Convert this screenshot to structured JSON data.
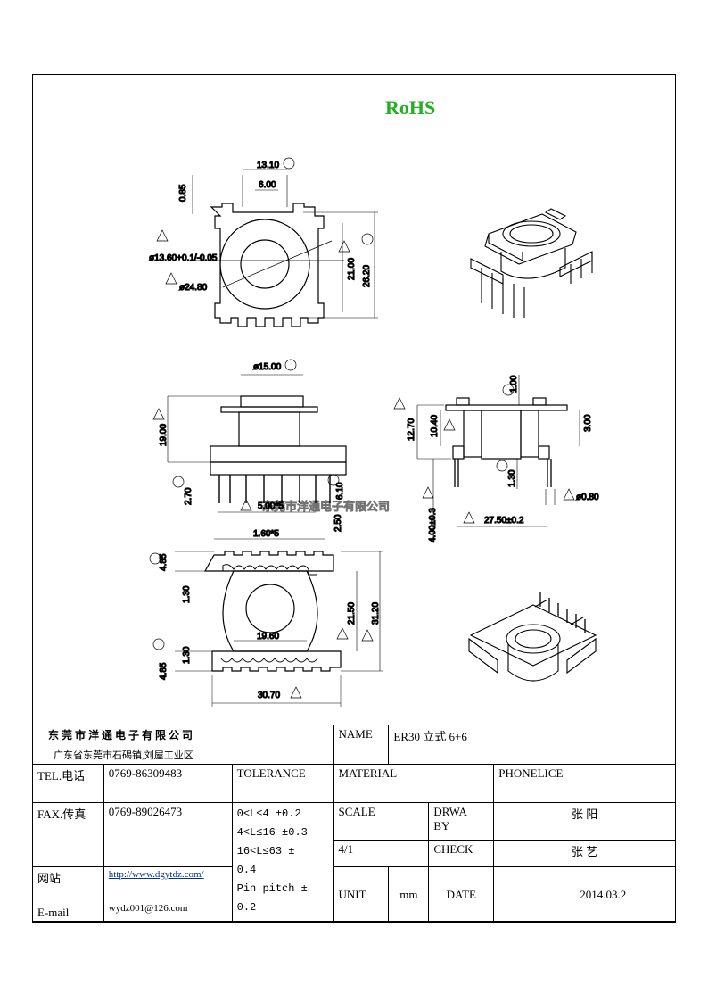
{
  "header": {
    "rohs": "RoHS"
  },
  "drawing": {
    "top_view": {
      "dims": [
        "13.10",
        "6.00",
        "0.85",
        "ø13.60+0.1/-0.05",
        "ø24.80",
        "21.00",
        "26.20"
      ]
    },
    "front_view": {
      "dims": [
        "ø15.00",
        "19.00",
        "2.70",
        "5.00*5",
        "6.10"
      ]
    },
    "side_view": {
      "dims": [
        "1.00",
        "12.70",
        "10.40",
        "3.00",
        "1.30",
        "ø0.80",
        "4.00±0.3",
        "27.50±0.2"
      ]
    },
    "bottom_view": {
      "dims": [
        "1.60*5",
        "2.50",
        "4.85",
        "1.30",
        "21.50",
        "31.20",
        "19.60",
        "1.30",
        "4.85",
        "30.70"
      ]
    },
    "watermark": "东莞市洋通电子有限公司"
  },
  "title_block": {
    "company": "东 莞 市 洋 通 电 子 有 限 公 司",
    "address": "广东省东莞市石碣镇,刘屋工业区",
    "name_label": "NAME",
    "name_value": "ER30 立式 6+6",
    "tel_label": "TEL.电话",
    "tel_value": "0769-86309483",
    "tolerance_label": "TOLERANCE",
    "material_label": "MATERIAL",
    "material_value": "PHONELICE",
    "fax_label": "FAX.传真",
    "fax_value": "0769-89026473",
    "tolerance_lines": [
      "0<L≤4  ±0.2",
      "4<L≤16 ±0.3",
      "16<L≤63 ±",
      "0.4",
      "Pin pitch ±",
      "0.2"
    ],
    "scale_label": "SCALE",
    "scale_value": "4/1",
    "drawn_label_1": "DRWA",
    "drawn_label_2": "BY",
    "drawn_value": "张  阳",
    "check_label": "CHECK",
    "check_value": "张  艺",
    "web_label": "网站",
    "web_value": "http://www.dgytdz.com/",
    "email_label": "E-mail",
    "email_value": "wydz001@126.com",
    "unit_label": "UNIT",
    "unit_value": "mm",
    "date_label": "DATE",
    "date_value": "2014.03.2"
  }
}
